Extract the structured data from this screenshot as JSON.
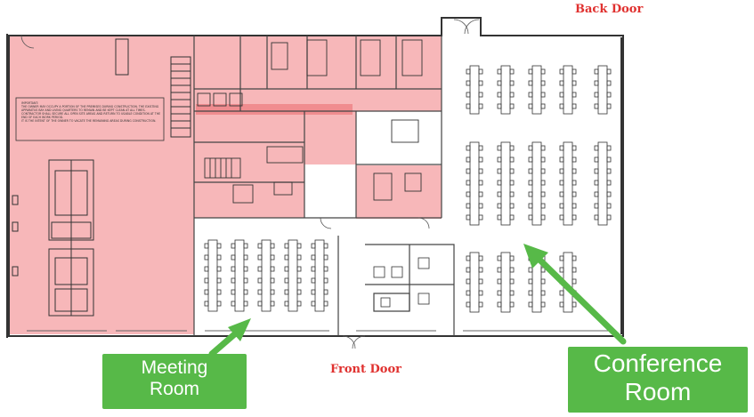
{
  "labels": {
    "back_door": "Back Door",
    "front_door": "Front Door"
  },
  "callouts": {
    "meeting_room": [
      "Meeting",
      "Room"
    ],
    "conference_room": [
      "Conference",
      "Room"
    ]
  },
  "notes": {
    "heading": "IMPORTANT:",
    "line1": "THE OWNER MAY OCCUPY A PORTION OF THE PREMISES DURING CONSTRUCTION. THE EXISTING APPARATUS BAY AND LIVING QUARTERS TO REMAIN AND BE KEPT CLEAN AT ALL TIMES. CONTRACTOR SHALL SECURE ALL OPEN SITE AREAS AND RETURN TO USABLE CONDITION AT THE END OF EACH WORK PERIOD.",
    "line2": "IT IS THE INTENT OF THE OWNER TO VACATE THE REMAINING AREAS DURING CONSTRUCTION."
  },
  "colors": {
    "highlight": "#f7b7b9",
    "highlight_strong": "#f08c8f",
    "callout_green": "#57b948",
    "door_label_red": "#e0312f",
    "wall": "#333333"
  }
}
